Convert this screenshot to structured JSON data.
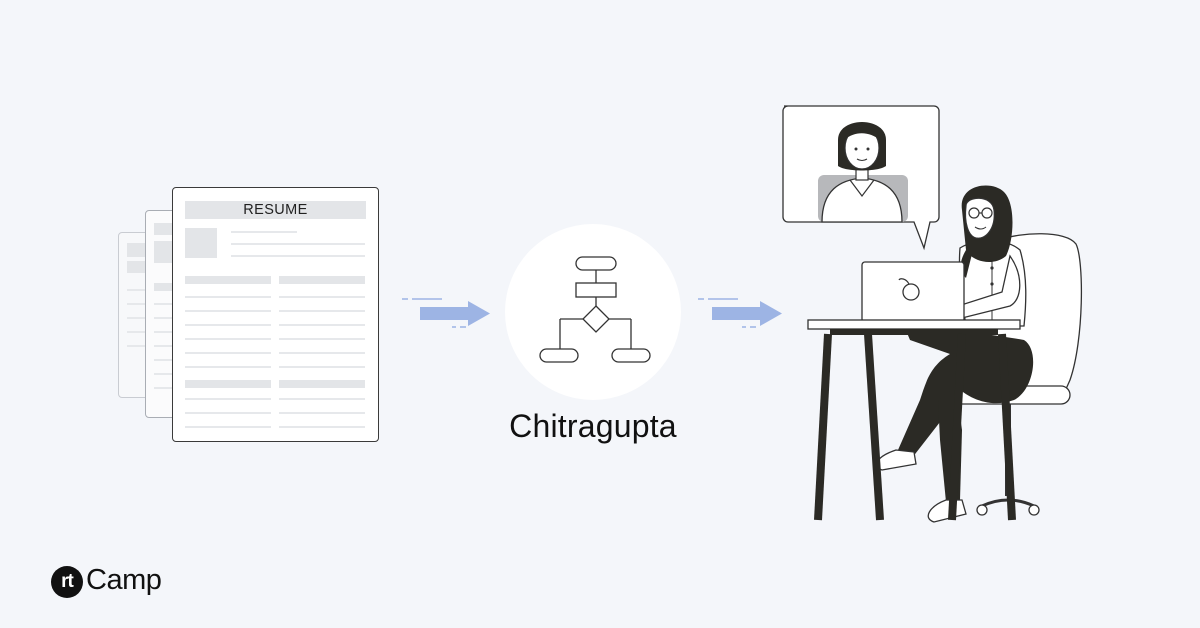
{
  "resume": {
    "title": "RESUME"
  },
  "process": {
    "label": "Chitragupta"
  },
  "brand": {
    "mark": "rt",
    "name": "Camp"
  },
  "colors": {
    "background": "#f4f6fa",
    "arrow": "#9db4e4",
    "ink": "#2b2a25",
    "placeholder": "#e3e5e8"
  },
  "icons": [
    "flowchart-icon",
    "arrow-right-icon",
    "interviewer-icon",
    "candidate-at-laptop-icon",
    "rtcamp-logo-icon"
  ]
}
